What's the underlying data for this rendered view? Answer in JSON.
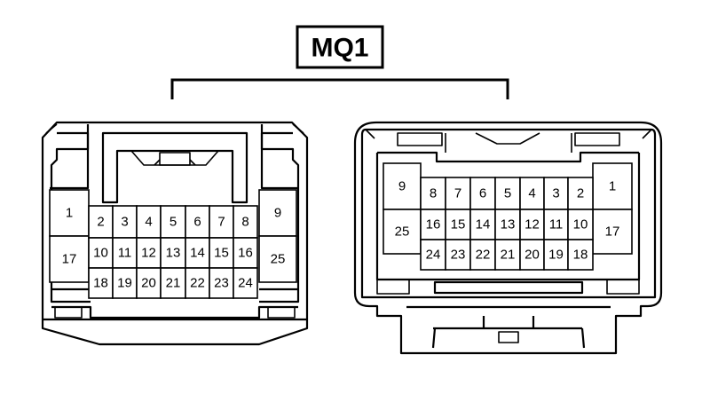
{
  "connector_label": "MQ1",
  "left_connector": {
    "side_left": [
      "1",
      "17"
    ],
    "row1": [
      "2",
      "3",
      "4",
      "5",
      "6",
      "7",
      "8"
    ],
    "row2": [
      "10",
      "11",
      "12",
      "13",
      "14",
      "15",
      "16"
    ],
    "row3": [
      "18",
      "19",
      "20",
      "21",
      "22",
      "23",
      "24"
    ],
    "side_right": [
      "9",
      "25"
    ]
  },
  "right_connector": {
    "side_left": [
      "9",
      "25"
    ],
    "row1": [
      "8",
      "7",
      "6",
      "5",
      "4",
      "3",
      "2"
    ],
    "row2": [
      "16",
      "15",
      "14",
      "13",
      "12",
      "11",
      "10"
    ],
    "row3": [
      "24",
      "23",
      "22",
      "21",
      "20",
      "19",
      "18"
    ],
    "side_right": [
      "1",
      "17"
    ]
  }
}
